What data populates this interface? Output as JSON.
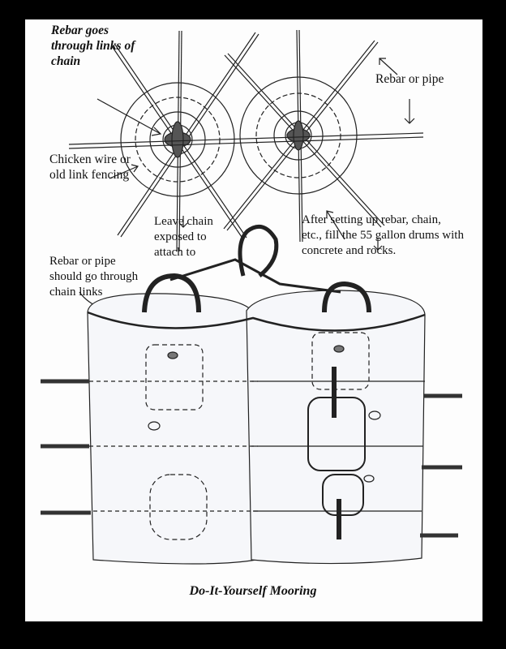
{
  "labels": {
    "rebar_through_links": "Rebar goes through links of chain",
    "rebar_or_pipe_top": "Rebar or pipe",
    "chicken_wire": "Chicken wire or old link fencing",
    "leave_chain": "Leave chain exposed to attach to",
    "after_setting": "After setting up rebar, chain, etc., fill the 55 gallon drums with concrete and rocks.",
    "rebar_or_pipe_side": "Rebar or pipe should go through chain links"
  },
  "caption": "Do-It-Yourself Mooring"
}
